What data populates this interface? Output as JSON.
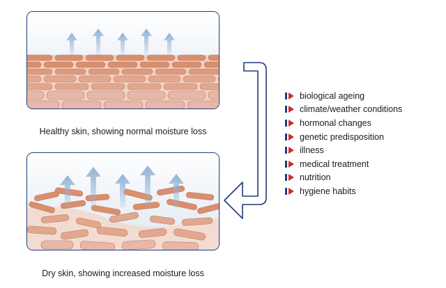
{
  "healthy_panel": {
    "caption": "Healthy skin, showing normal moisture loss"
  },
  "dry_panel": {
    "caption": "Dry skin, showing increased moisture loss"
  },
  "factors": [
    "biological ageing",
    "climate/weather conditions",
    "hormonal changes",
    "genetic predisposition",
    "illness",
    "medical treatment",
    "nutrition",
    "hygiene habits"
  ],
  "colors": {
    "panel_border": "#1f3a78",
    "panel_background": "#dde6f1",
    "surface_cell": "#d98f6d",
    "mid_cell": "#e1a88f",
    "deep_cell": "#e7b7aa",
    "moisture_arrow": "#8fb2d4",
    "flow_arrow_stroke": "#1f3a78",
    "bullet_bar": "#1f3a78",
    "bullet_triangle": "#cc2b2b"
  },
  "icons": {
    "moisture_arrow": "arrow-up-icon",
    "flow_arrow": "curved-arrow-left-icon",
    "bullet": "bullet-triangle-icon"
  }
}
